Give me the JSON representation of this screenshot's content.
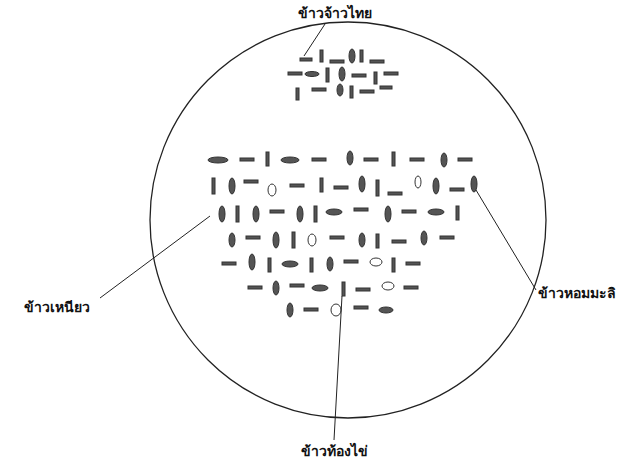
{
  "diagram": {
    "labels": [
      "ข้าวจ้าวไทย",
      "ข้าวเหนียว",
      "ข้าวหอมมะลิ",
      "ข้าวท้องไข่"
    ]
  }
}
